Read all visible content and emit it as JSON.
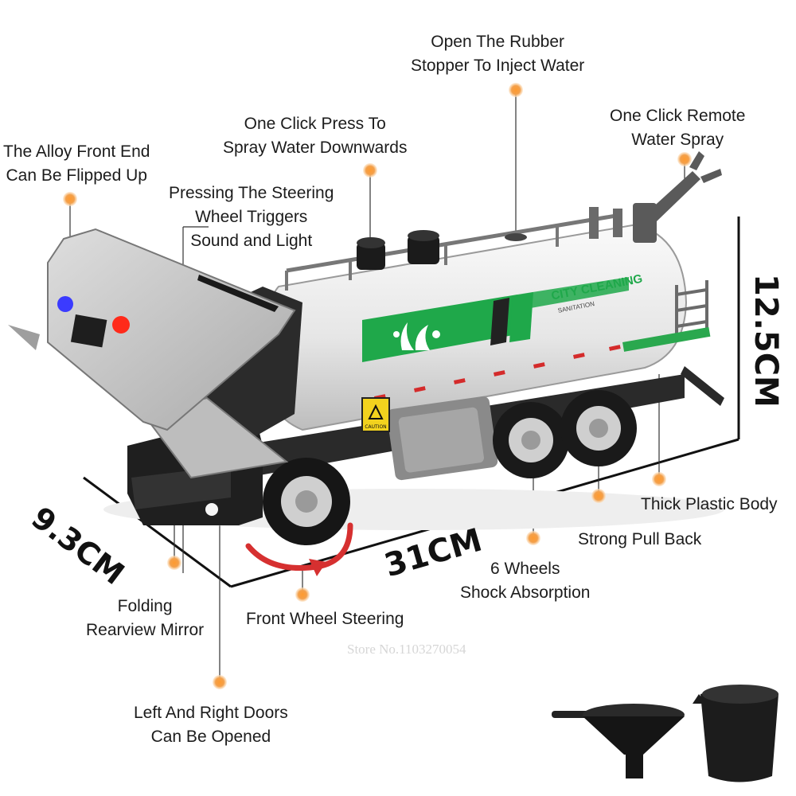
{
  "callouts": {
    "alloy_front": {
      "line1": "The Alloy Front End",
      "line2": "Can Be Flipped Up"
    },
    "steering_wheel": {
      "line1": "Pressing The Steering",
      "line2": "Wheel Triggers",
      "line3": "Sound and Light"
    },
    "spray_down": {
      "line1": "One Click Press To",
      "line2": "Spray Water Downwards"
    },
    "rubber_stopper": {
      "line1": "Open The Rubber",
      "line2": "Stopper To Inject Water"
    },
    "remote_spray": {
      "line1": "One Click Remote",
      "line2": "Water Spray"
    },
    "plastic_body": {
      "line1": "Thick Plastic Body"
    },
    "pull_back": {
      "line1": "Strong Pull Back"
    },
    "wheels": {
      "line1": "6 Wheels",
      "line2": "Shock Absorption"
    },
    "front_steering": {
      "line1": "Front Wheel Steering"
    },
    "mirror": {
      "line1": "Folding",
      "line2": "Rearview Mirror"
    },
    "doors": {
      "line1": "Left And Right Doors",
      "line2": "Can Be Opened"
    }
  },
  "dimensions": {
    "height": "12.5CM",
    "width": "9.3CM",
    "length": "31CM"
  },
  "truck": {
    "tank_brand": "CITY CLEANING",
    "tank_sub": "SANITATION",
    "caution": "CAUTION"
  },
  "watermark": "Store No.1103270054",
  "colors": {
    "callout_dot": "#f39c3c",
    "brand_green": "#1fa84a",
    "tank_white": "#ececec",
    "steering_arrow": "#d63030"
  }
}
